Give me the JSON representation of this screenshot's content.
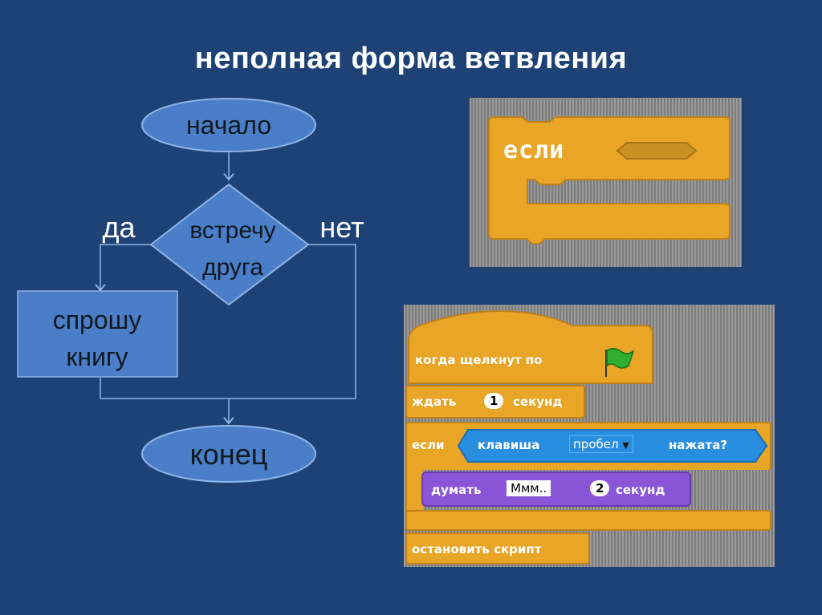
{
  "title": "неполная форма ветвления",
  "flowchart": {
    "start": "начало",
    "condition_line1": "встречу",
    "condition_line2": "друга",
    "yes": "да",
    "no": "нет",
    "action_line1": "спрошу",
    "action_line2": "книгу",
    "end": "конец"
  },
  "scratch_if_block": {
    "label": "если"
  },
  "scratch_script": {
    "hat_label": "когда щелкнут по",
    "hat_icon": "green-flag-icon",
    "wait_prefix": "ждать",
    "wait_value": "1",
    "wait_suffix": "секунд",
    "if_label": "если",
    "key_label": "клавиша",
    "key_value": "пробел",
    "pressed_label": "нажата?",
    "think_label": "думать",
    "think_text": "Ммм..",
    "think_value": "2",
    "think_suffix": "секунд",
    "stop_label": "остановить скрипт"
  },
  "colors": {
    "background": "#1e4275",
    "flow_fill": "#4a7ec8",
    "flow_stroke": "#8fb5e6",
    "scratch_control": "#e8a526",
    "scratch_sensing": "#2a8ee0",
    "scratch_looks": "#8a55d7"
  }
}
